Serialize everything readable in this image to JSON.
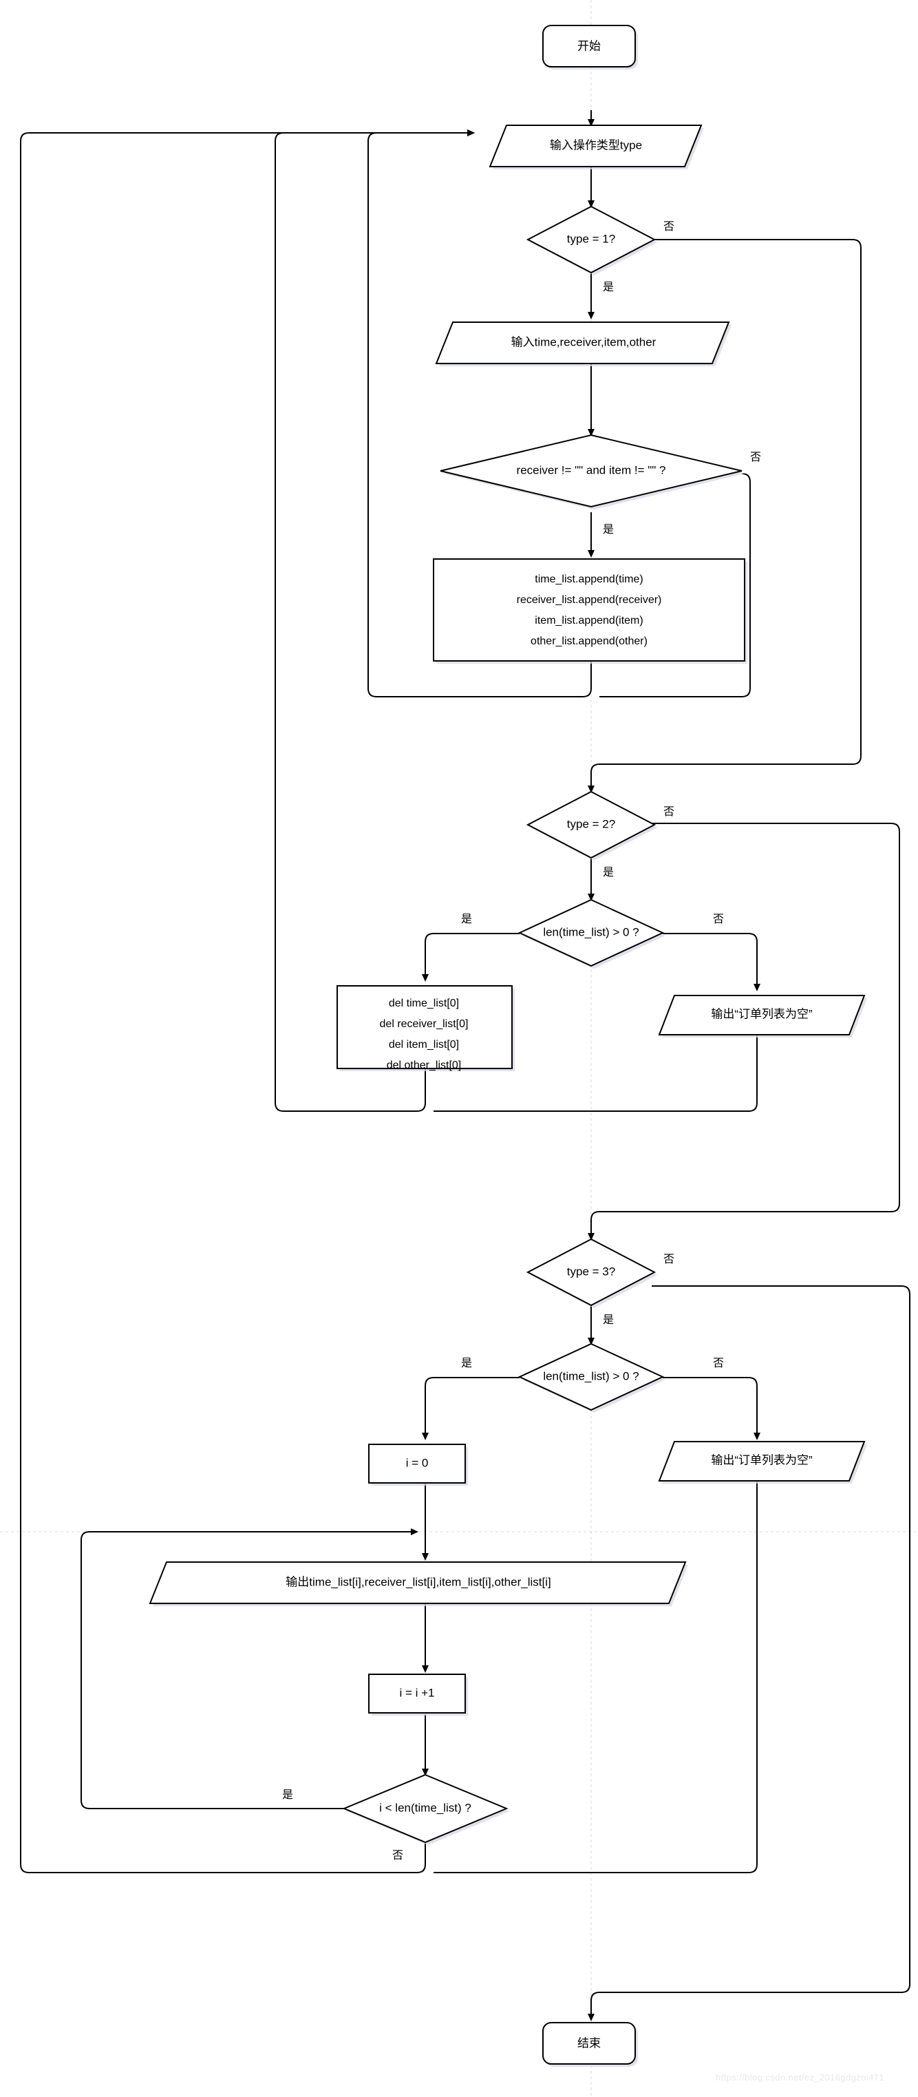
{
  "diagram": {
    "title_text": "",
    "watermark": "https://blog.csdn.net/ez_2016gdgzoi471",
    "colors": {
      "stroke": "#000000",
      "fill": "#ffffff",
      "shadow": "#d6d7e3",
      "guide": "#d8d8d8",
      "watermark": "#e9e9e9"
    },
    "labels": {
      "yes": "是",
      "no": "否"
    },
    "nodes": {
      "start": "开始",
      "input_type": "输入操作类型type",
      "cond_type1": "type = 1?",
      "input_order": "输入time,receiver,item,other",
      "cond_valid": "receiver != \"\" and item != \"\" ?",
      "append_line1": "time_list.append(time)",
      "append_line2": "receiver_list.append(receiver)",
      "append_line3": "item_list.append(item)",
      "append_line4": "other_list.append(other)",
      "cond_type2": "type = 2?",
      "cond_len_gt0_a": "len(time_list) > 0 ?",
      "del_line1": "del time_list[0]",
      "del_line2": "del receiver_list[0]",
      "del_line3": "del item_list[0]",
      "del_line4": "del other_list[0]",
      "output_empty_a": "输出“订单列表为空”",
      "cond_type3": "type = 3?",
      "cond_len_gt0_b": "len(time_list) > 0 ?",
      "init_i": "i = 0",
      "output_empty_b": "输出“订单列表为空”",
      "output_row": "输出time_list[i],receiver_list[i],item_list[i],other_list[i]",
      "incr_i": "i = i +1",
      "cond_loop": "i < len(time_list) ?",
      "end": "结束"
    }
  }
}
